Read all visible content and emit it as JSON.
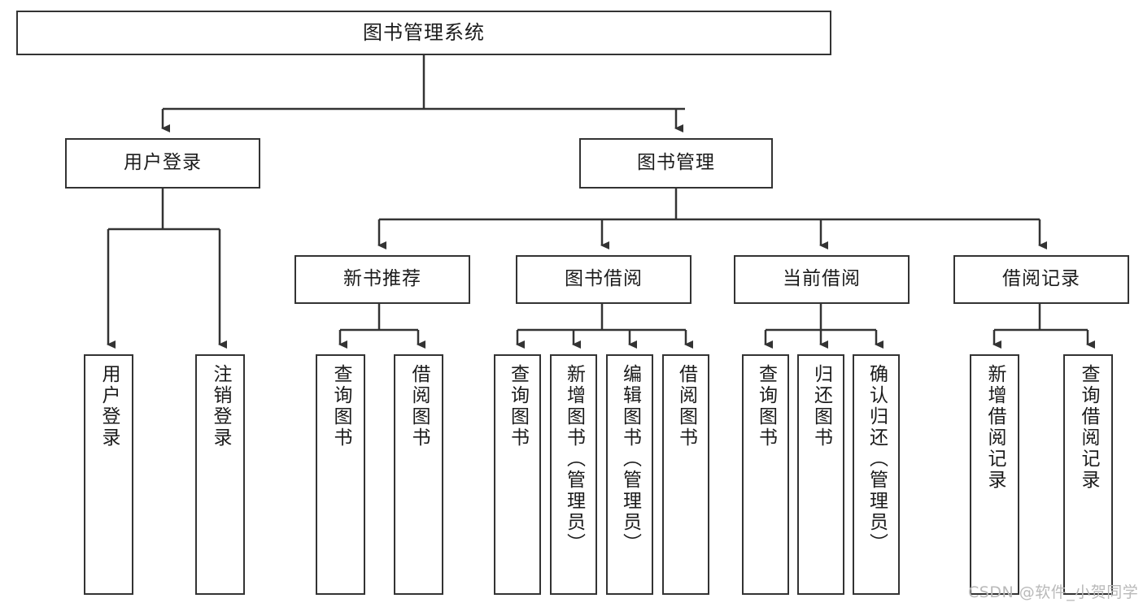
{
  "diagram": {
    "type": "tree-hierarchy",
    "title": "图书管理系统",
    "root": {
      "label": "图书管理系统"
    },
    "level1": [
      {
        "label": "用户登录"
      },
      {
        "label": "图书管理"
      }
    ],
    "level2": [
      {
        "label": "新书推荐"
      },
      {
        "label": "图书借阅"
      },
      {
        "label": "当前借阅"
      },
      {
        "label": "借阅记录"
      }
    ],
    "leaves": {
      "user_login": [
        {
          "label": "用户登录"
        },
        {
          "label": "注销登录"
        }
      ],
      "new_book_recommend": [
        {
          "label": "查询图书"
        },
        {
          "label": "借阅图书"
        }
      ],
      "book_borrow": [
        {
          "label": "查询图书"
        },
        {
          "label": "新增图书（管理员）"
        },
        {
          "label": "编辑图书（管理员）"
        },
        {
          "label": "借阅图书"
        }
      ],
      "current_borrow": [
        {
          "label": "查询图书"
        },
        {
          "label": "归还图书"
        },
        {
          "label": "确认归还（管理员）"
        }
      ],
      "borrow_record": [
        {
          "label": "新增借阅记录"
        },
        {
          "label": "查询借阅记录"
        }
      ]
    }
  },
  "watermark": {
    "text": "CSDN @软件_小贺同学"
  },
  "colors": {
    "background": "#ffffff",
    "box_border": "#333333",
    "box_fill": "#ffffff",
    "text": "#1b1b1b",
    "edge": "#333333",
    "watermark": "#b9b9b9"
  }
}
